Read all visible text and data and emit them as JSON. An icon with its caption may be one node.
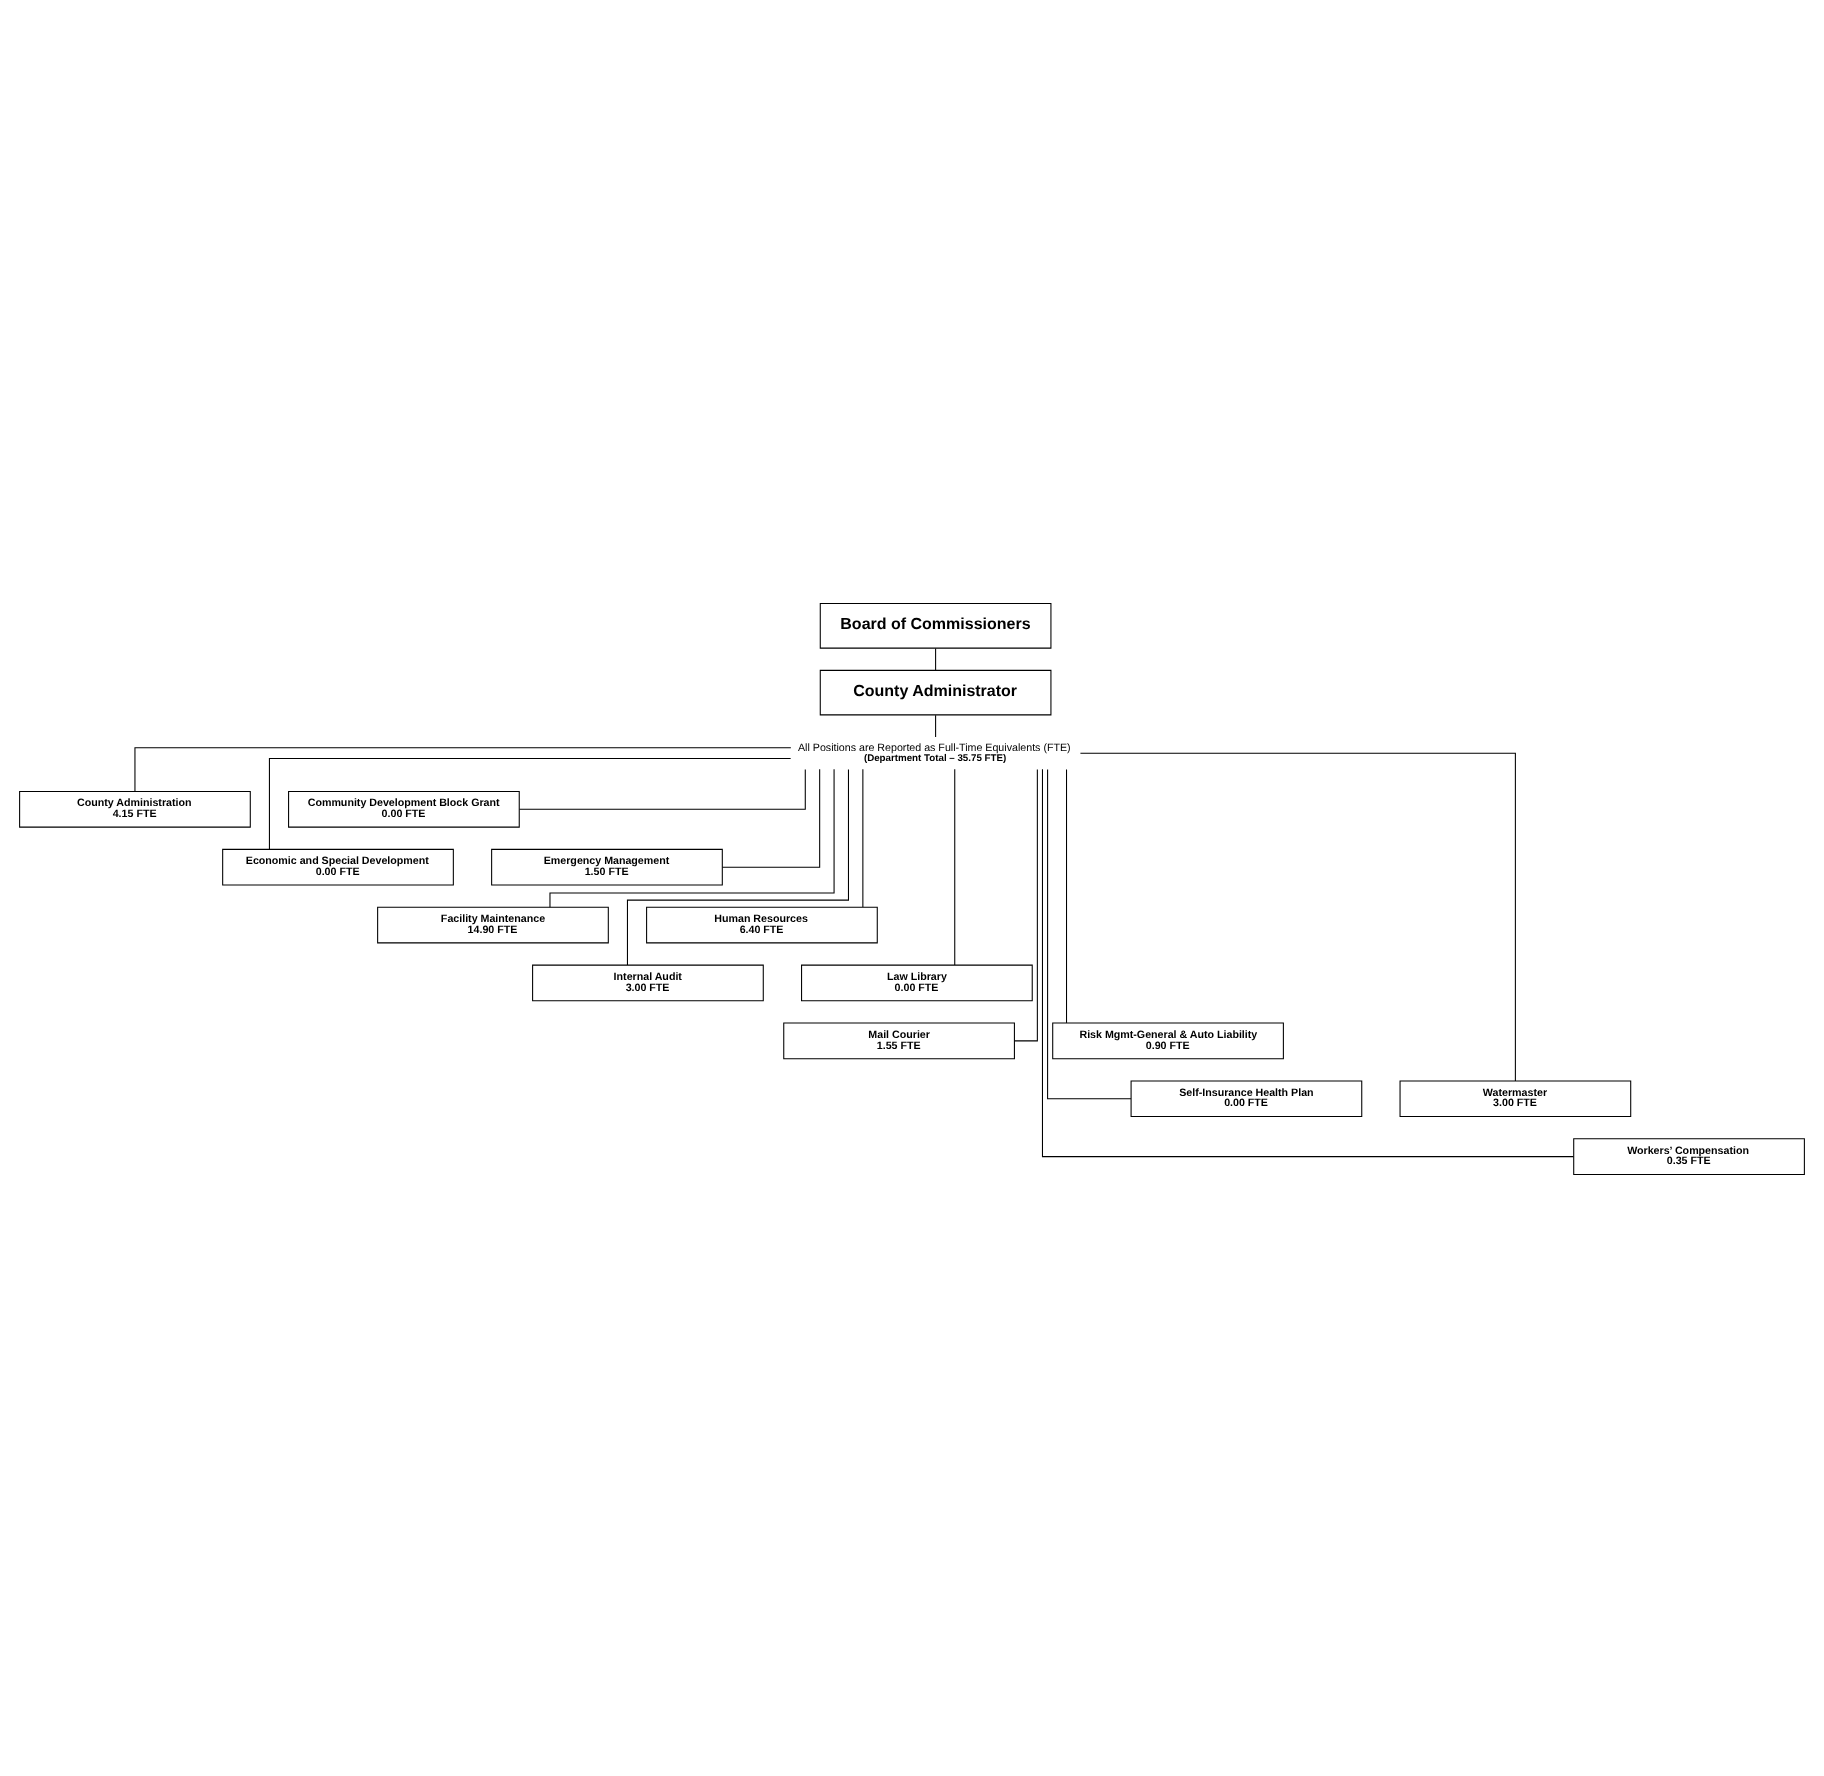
{
  "diagram": {
    "nodes": [
      {
        "text": [
          "Board of Commissioners"
        ]
      },
      {
        "text": [
          "County Administrator"
        ]
      },
      {
        "text": [
          "All Positions are Reported as Full-Time Equivalents (FTE)",
          "(Department Total – 35.75 FTE)"
        ]
      },
      {
        "text": [
          "County Administration",
          "4.15 FTE"
        ]
      },
      {
        "text": [
          "Community Development Block Grant",
          "0.00 FTE"
        ]
      },
      {
        "text": [
          "Economic and Special Development",
          "0.00 FTE"
        ]
      },
      {
        "text": [
          "Emergency Management",
          "1.50 FTE"
        ]
      },
      {
        "text": [
          "Facility Maintenance",
          "14.90 FTE"
        ]
      },
      {
        "text": [
          "Human Resources",
          "6.40 FTE"
        ]
      },
      {
        "text": [
          "Internal Audit",
          "3.00 FTE"
        ]
      },
      {
        "text": [
          "Law Library",
          "0.00 FTE"
        ]
      },
      {
        "text": [
          "Mail Courier",
          "1.55 FTE"
        ]
      },
      {
        "text": [
          "Risk Mgmt-General & Auto Liability",
          "0.90 FTE"
        ]
      },
      {
        "text": [
          "Self-Insurance Health Plan",
          "0.00 FTE"
        ]
      },
      {
        "text": [
          "Watermaster",
          "3.00 FTE"
        ]
      },
      {
        "text": [
          "Workers’ Compensation",
          "0.35 FTE"
        ]
      }
    ],
    "edges": [
      {
        "from": 0,
        "to": 1,
        "arrow": "none"
      },
      {
        "from": 1,
        "to": 2,
        "arrow": "none"
      },
      {
        "from": 2,
        "to": 3,
        "arrow": "none"
      },
      {
        "from": 2,
        "to": 4,
        "arrow": "none"
      },
      {
        "from": 2,
        "to": 5,
        "arrow": "none"
      },
      {
        "from": 2,
        "to": 6,
        "arrow": "none"
      },
      {
        "from": 2,
        "to": 7,
        "arrow": "none"
      },
      {
        "from": 2,
        "to": 8,
        "arrow": "none"
      },
      {
        "from": 2,
        "to": 9,
        "arrow": "none"
      },
      {
        "from": 2,
        "to": 10,
        "arrow": "none"
      },
      {
        "from": 2,
        "to": 11,
        "arrow": "none"
      },
      {
        "from": 2,
        "to": 12,
        "arrow": "none"
      },
      {
        "from": 2,
        "to": 13,
        "arrow": "none"
      },
      {
        "from": 2,
        "to": 14,
        "arrow": "none"
      },
      {
        "from": 2,
        "to": 15,
        "arrow": "none"
      }
    ]
  }
}
